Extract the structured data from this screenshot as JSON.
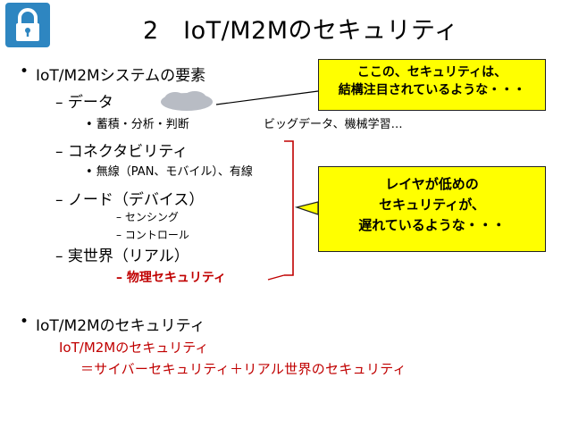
{
  "slide": {
    "title": "2　IoT/M2Mのセキュリティ",
    "bullet_symbol": "•",
    "bullets": [
      {
        "text": "IoT/M2Mシステムの要素",
        "items": [
          {
            "text": "– データ",
            "sub": "• 蓄積・分析・判断",
            "extra": "ビッグデータ、機械学習…"
          },
          {
            "text": "– コネクタビリティ",
            "sub": "• 無線（PAN、モバイル）、有線"
          },
          {
            "text": "– ノード（デバイス）",
            "subs": [
              "– センシング",
              "– コントロール"
            ]
          },
          {
            "text": "– 実世界（リアル）",
            "sub": "– 物理セキュリティ"
          }
        ]
      },
      {
        "text": "IoT/M2Mのセキュリティ"
      }
    ],
    "red_lines": [
      "IoT/M2Mのセキュリティ",
      "＝サイバーセキュリティ＋リアル世界のセキュリティ"
    ],
    "callouts": [
      {
        "lines": [
          "ここの、セキュリティは、",
          "結構注目されているような・・・"
        ]
      },
      {
        "lines": [
          "レイヤが低めの",
          "セキュリティが、",
          "遅れているような・・・"
        ]
      }
    ],
    "colors": {
      "red": "#c00000",
      "callout_fill": "#ffff00",
      "lock_blue": "#2e86c1",
      "cloud_gray": "#b8bcc4"
    }
  }
}
